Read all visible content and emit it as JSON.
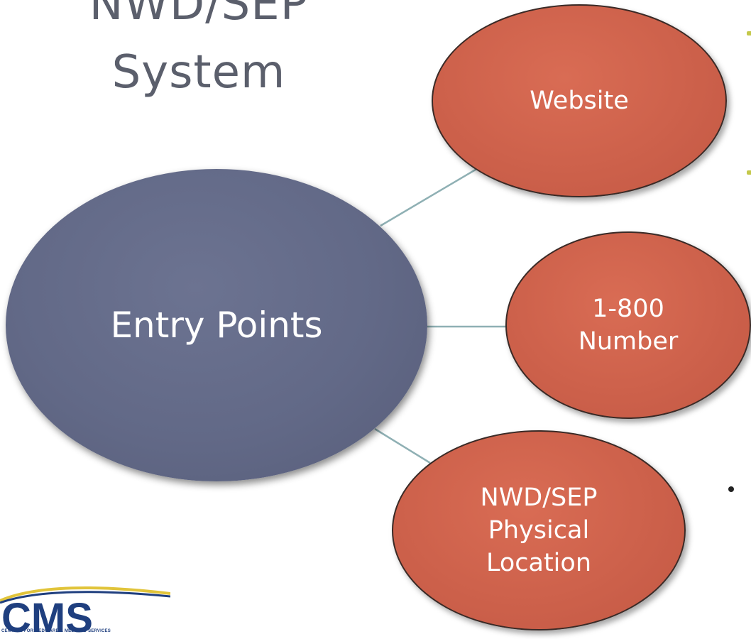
{
  "title": {
    "line1": "NWD/SEP",
    "line2": "System"
  },
  "center_node": {
    "label": "Entry Points"
  },
  "nodes": [
    {
      "lines": [
        "Website"
      ]
    },
    {
      "lines": [
        "1-800",
        "Number"
      ]
    },
    {
      "lines": [
        "NWD/SEP",
        "Physical",
        "Location"
      ]
    }
  ],
  "logo": {
    "text": "CMS",
    "subtitle": "CENTERS FOR MEDICARE & MEDICAID SERVICES"
  },
  "colors": {
    "center_fill": "#626987",
    "node_fill": "#cd614b",
    "connector": "#8fb0b4",
    "title_text": "#5b5f6c",
    "logo_blue": "#1f3f7f"
  }
}
